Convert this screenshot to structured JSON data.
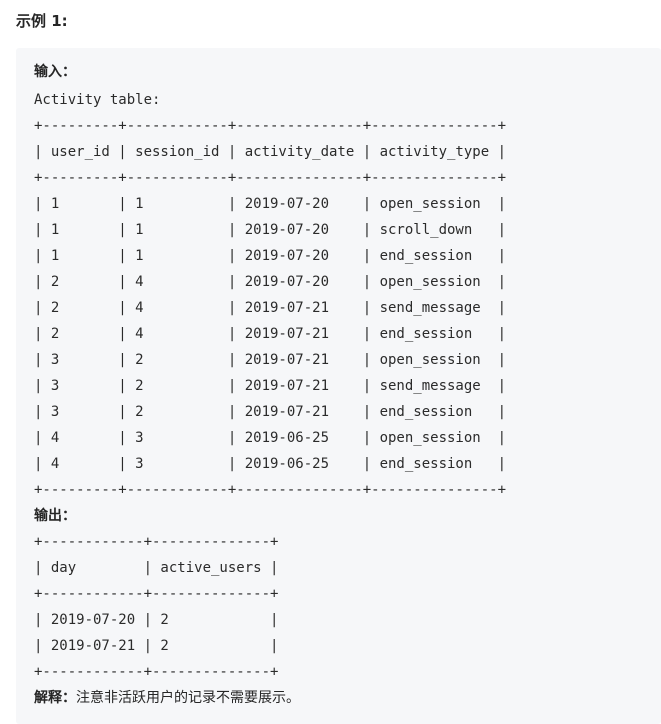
{
  "heading": "示例 1:",
  "input_label": "输入：",
  "table_title": "Activity table:",
  "input_table_lines": [
    "+---------+------------+---------------+---------------+",
    "| user_id | session_id | activity_date | activity_type |",
    "+---------+------------+---------------+---------------+",
    "| 1       | 1          | 2019-07-20    | open_session  |",
    "| 1       | 1          | 2019-07-20    | scroll_down   |",
    "| 1       | 1          | 2019-07-20    | end_session   |",
    "| 2       | 4          | 2019-07-20    | open_session  |",
    "| 2       | 4          | 2019-07-21    | send_message  |",
    "| 2       | 4          | 2019-07-21    | end_session   |",
    "| 3       | 2          | 2019-07-21    | open_session  |",
    "| 3       | 2          | 2019-07-21    | send_message  |",
    "| 3       | 2          | 2019-07-21    | end_session   |",
    "| 4       | 3          | 2019-06-25    | open_session  |",
    "| 4       | 3          | 2019-06-25    | end_session   |",
    "+---------+------------+---------------+---------------+"
  ],
  "output_label": "输出：",
  "output_table_lines": [
    "+------------+--------------+",
    "| day        | active_users |",
    "+------------+--------------+",
    "| 2019-07-20 | 2            |",
    "| 2019-07-21 | 2            |",
    "+------------+--------------+"
  ],
  "explanation_label": "解释：",
  "explanation_text": "注意非活跃用户的记录不需要展示。"
}
